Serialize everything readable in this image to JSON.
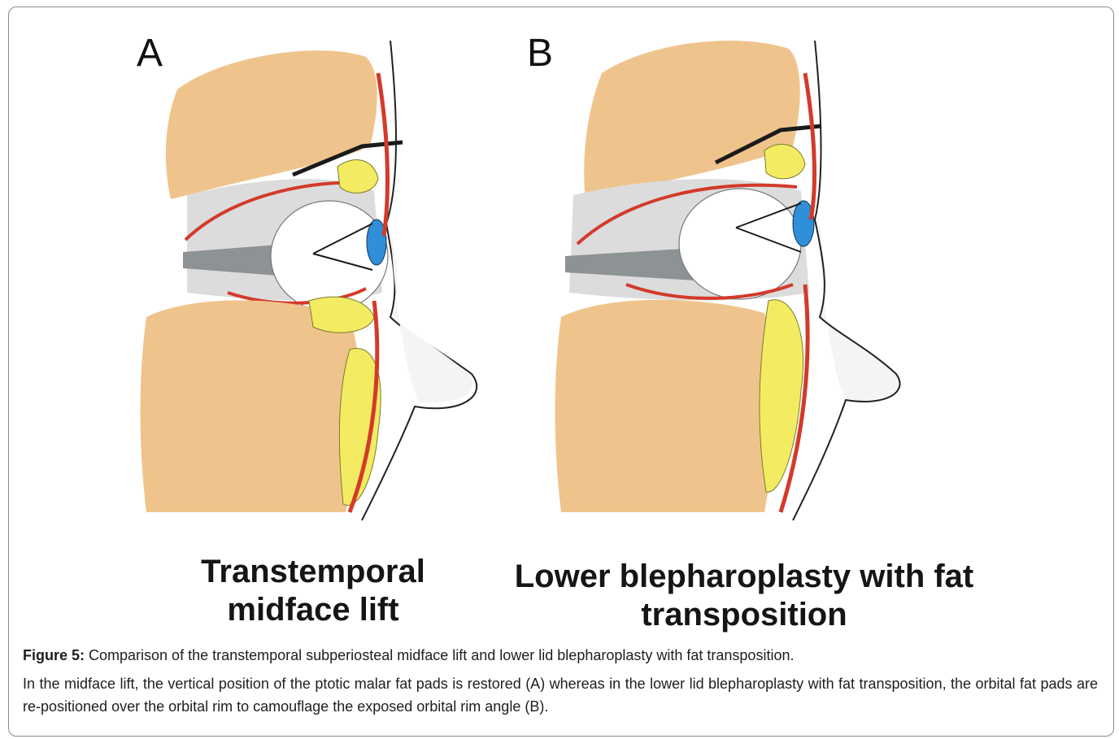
{
  "figure": {
    "panels": [
      {
        "letter": "A",
        "label": "Transtemporal midface lift"
      },
      {
        "letter": "B",
        "label": "Lower blepharoplasty with fat transposition"
      }
    ],
    "caption": {
      "title": "Figure 5:",
      "title_text": " Comparison of the transtemporal subperiosteal midface lift and lower lid blepharoplasty with fat transposition.",
      "body": "In the midface lift, the vertical position of the ptotic malar fat pads is restored (A) whereas in the lower lid blepharoplasty with fat transposition, the orbital fat pads are re-positioned over the orbital rim to camouflage the exposed orbital rim angle (B)."
    },
    "colors": {
      "bone": "#EFC48C",
      "fat": "#F3EC62",
      "muscle": "#D33A2A",
      "iris": "#2F8FD8",
      "soft_tissue": "#DCDCDC",
      "optic_nerve": "#8D9295",
      "retractor": "#1B1B1B"
    }
  }
}
